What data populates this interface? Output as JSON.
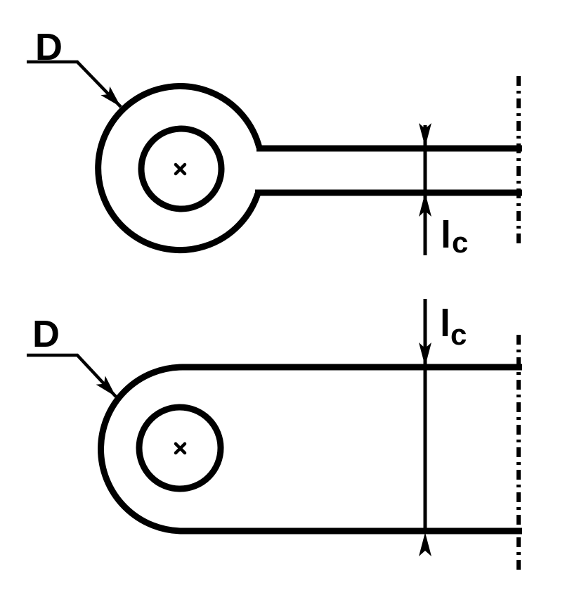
{
  "colors": {
    "ink": "#000000",
    "paper": "#ffffff"
  },
  "top_figure": {
    "diameter_label": "D",
    "dimension_label_main": "l",
    "dimension_label_sub": "c"
  },
  "bottom_figure": {
    "diameter_label": "D",
    "dimension_label_main": "l",
    "dimension_label_sub": "c"
  }
}
